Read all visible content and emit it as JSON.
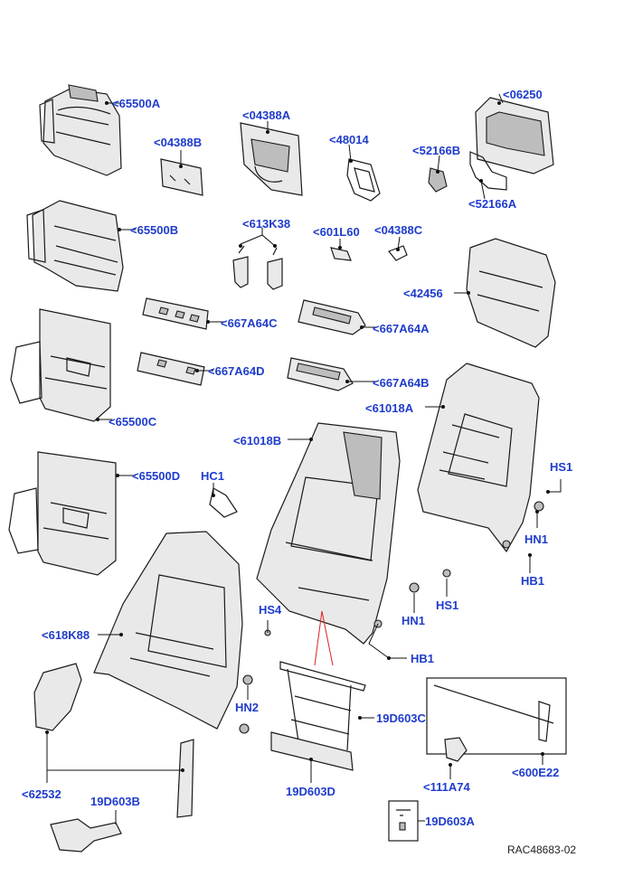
{
  "colors": {
    "label": "#1f3ccc",
    "lines": "#1a1a1a",
    "section_marker": "#dd2222"
  },
  "labels": [
    {
      "id": "65500A",
      "text": "<65500A"
    },
    {
      "id": "04388A",
      "text": "<04388A"
    },
    {
      "id": "06250",
      "text": "<06250"
    },
    {
      "id": "04388B",
      "text": "<04388B"
    },
    {
      "id": "48014",
      "text": "<48014"
    },
    {
      "id": "52166B",
      "text": "<52166B"
    },
    {
      "id": "52166A",
      "text": "<52166A"
    },
    {
      "id": "65500B",
      "text": "<65500B"
    },
    {
      "id": "613K38",
      "text": "<613K38"
    },
    {
      "id": "601L60",
      "text": "<601L60"
    },
    {
      "id": "04388C",
      "text": "<04388C"
    },
    {
      "id": "42456",
      "text": "<42456"
    },
    {
      "id": "667A64C",
      "text": "<667A64C"
    },
    {
      "id": "667A64A",
      "text": "<667A64A"
    },
    {
      "id": "65500C",
      "text": "<65500C"
    },
    {
      "id": "667A64D",
      "text": "<667A64D"
    },
    {
      "id": "667A64B",
      "text": "<667A64B"
    },
    {
      "id": "61018A",
      "text": "<61018A"
    },
    {
      "id": "61018B",
      "text": "<61018B"
    },
    {
      "id": "65500D",
      "text": "<65500D"
    },
    {
      "id": "HC1",
      "text": "HC1"
    },
    {
      "id": "HS1a",
      "text": "HS1"
    },
    {
      "id": "HN1a",
      "text": "HN1"
    },
    {
      "id": "HB1a",
      "text": "HB1"
    },
    {
      "id": "HS4",
      "text": "HS4"
    },
    {
      "id": "618K88",
      "text": "<618K88"
    },
    {
      "id": "HN1b",
      "text": "HN1"
    },
    {
      "id": "HS1b",
      "text": "HS1"
    },
    {
      "id": "HB1b",
      "text": "HB1"
    },
    {
      "id": "HN2",
      "text": "HN2"
    },
    {
      "id": "19D603C",
      "text": "19D603C"
    },
    {
      "id": "62532",
      "text": "<62532"
    },
    {
      "id": "19D603D",
      "text": "19D603D"
    },
    {
      "id": "111A74",
      "text": "<111A74"
    },
    {
      "id": "600E22",
      "text": "<600E22"
    },
    {
      "id": "19D603B",
      "text": "19D603B"
    },
    {
      "id": "19D603A",
      "text": "19D603A"
    }
  ],
  "reference": "RAC48683-02"
}
